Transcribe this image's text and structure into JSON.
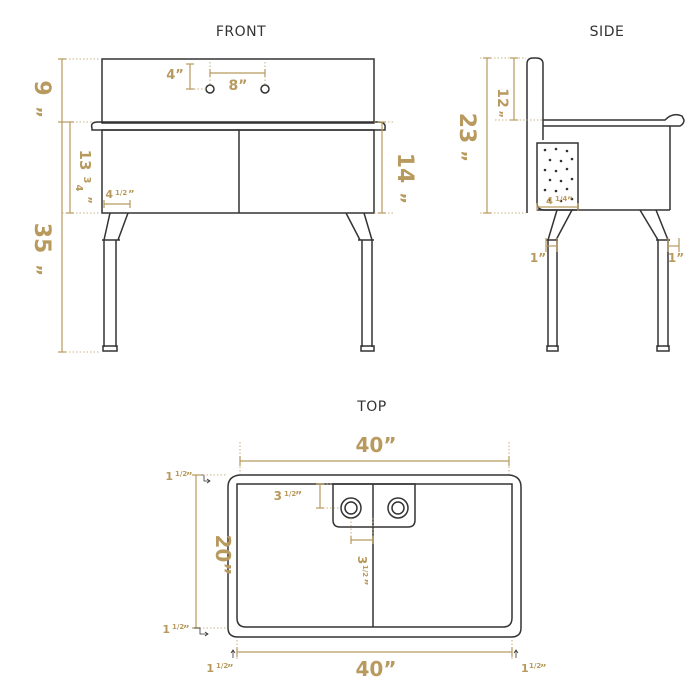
{
  "titles": {
    "front": "FRONT",
    "side": "SIDE",
    "top": "TOP"
  },
  "colors": {
    "line": "#333333",
    "dimension": "#b89a5e",
    "background": "#ffffff"
  },
  "front": {
    "dim_9": "9",
    "dim_9_unit": "”",
    "dim_35": "35",
    "dim_35_unit": "”",
    "dim_13_whole": "13",
    "dim_13_frac_num": "3",
    "dim_13_frac_den": "4",
    "dim_13_unit": "”",
    "dim_14": "14",
    "dim_14_unit": "”",
    "dim_4": "4”",
    "dim_8": "8”",
    "dim_4half": "4",
    "dim_4half_frac": "1/2",
    "dim_4half_unit": "”"
  },
  "side": {
    "dim_23": "23",
    "dim_23_unit": "”",
    "dim_12": "12",
    "dim_12_unit": "”",
    "dim_4quarter": "4",
    "dim_4quarter_frac": "1/4",
    "dim_4quarter_unit": "”",
    "dim_1_left": "1”",
    "dim_1_right": "1”"
  },
  "top": {
    "dim_40_top": "40”",
    "dim_40_bottom": "40”",
    "dim_20": "20”",
    "dim_3half_a": "3",
    "dim_3half_a_frac": "1/2",
    "dim_3half_a_unit": "”",
    "dim_3half_b": "3",
    "dim_3half_b_frac": "1/2",
    "dim_3half_b_unit": "”",
    "dim_1half_tl": "1",
    "dim_1half_tl_frac": "1/2",
    "dim_1half_tl_unit": "”",
    "dim_1half_bl": "1",
    "dim_1half_bl_frac": "1/2",
    "dim_1half_bl_unit": "”",
    "dim_1half_bottom_left": "1",
    "dim_1half_bottom_left_frac": "1/2",
    "dim_1half_bottom_left_unit": "”",
    "dim_1half_bottom_right": "1",
    "dim_1half_bottom_right_frac": "1/2",
    "dim_1half_bottom_right_unit": "”"
  }
}
